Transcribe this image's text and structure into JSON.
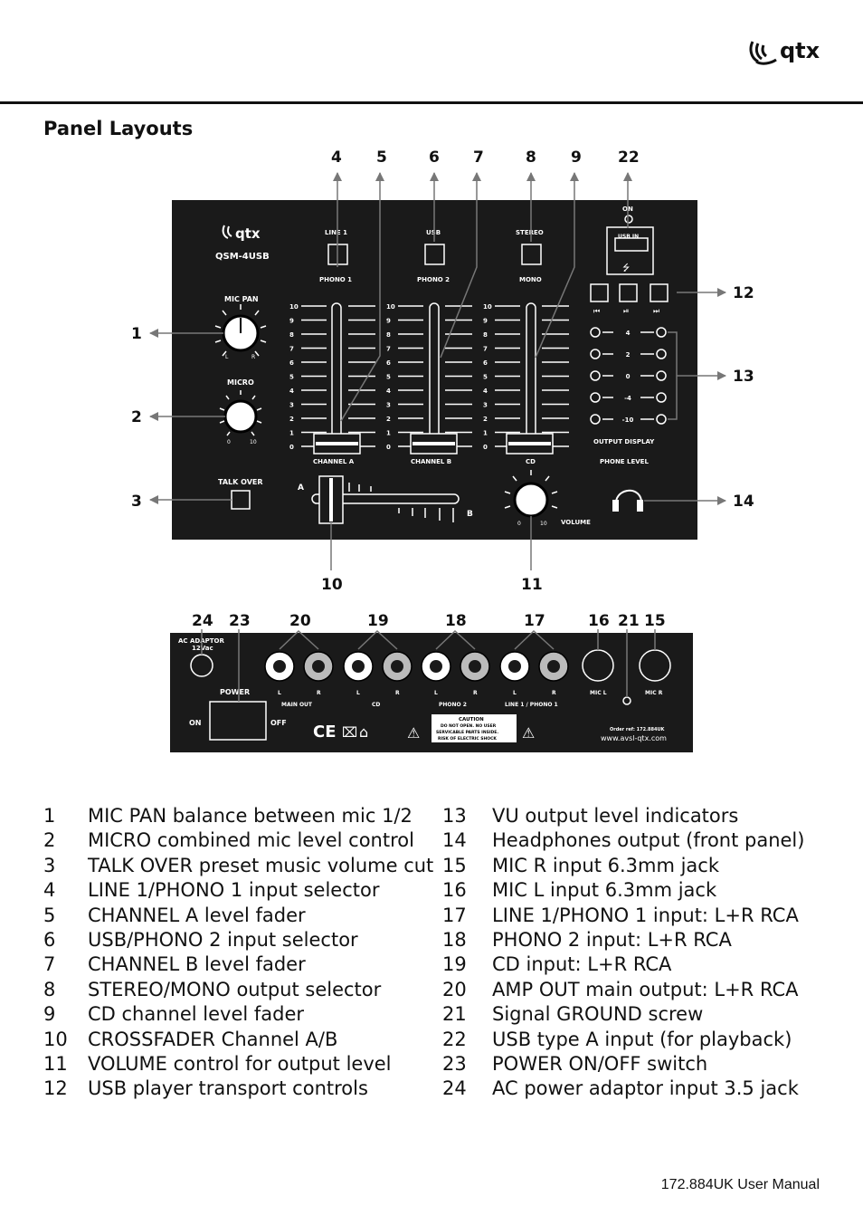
{
  "header": {
    "brand": "qtx"
  },
  "title": "Panel Layouts",
  "front_panel": {
    "brand": "qtx",
    "model": "QSM-4USB",
    "labels": {
      "mic_pan": "MIC PAN",
      "micro": "MICRO",
      "talk_over": "TALK OVER",
      "line1": "LINE 1",
      "phono1": "PHONO 1",
      "usb": "USB",
      "phono2": "PHONO 2",
      "stereo": "STEREO",
      "mono": "MONO",
      "channel_a": "CHANNEL A",
      "channel_b": "CHANNEL B",
      "cd": "CD",
      "on": "ON",
      "usb_in": "USB IN",
      "output_display": "OUTPUT DISPLAY",
      "phone_level": "PHONE LEVEL",
      "volume": "VOLUME",
      "xfade_a": "A",
      "xfade_b": "B",
      "pan_l": "L",
      "pan_r": "R",
      "knob_min": "0",
      "knob_max": "10"
    },
    "fader_scale": [
      "10",
      "9",
      "8",
      "7",
      "6",
      "5",
      "4",
      "3",
      "2",
      "1",
      "0"
    ],
    "vu_levels": [
      "4",
      "2",
      "0",
      "-4",
      "-10"
    ],
    "callouts": {
      "c1": "1",
      "c2": "2",
      "c3": "3",
      "c4": "4",
      "c5": "5",
      "c6": "6",
      "c7": "7",
      "c8": "8",
      "c9": "9",
      "c10": "10",
      "c11": "11",
      "c12": "12",
      "c13": "13",
      "c14": "14",
      "c22": "22"
    }
  },
  "rear_panel": {
    "labels": {
      "ac_adaptor": "AC ADAPTOR",
      "ac_spec": "12Vac",
      "power": "POWER",
      "on": "ON",
      "off": "OFF",
      "main_out": "MAIN OUT",
      "cd": "CD",
      "phono2": "PHONO 2",
      "line1_phono1": "LINE 1 / PHONO 1",
      "mic_l": "MIC L",
      "mic_r": "MIC R",
      "l": "L",
      "r": "R",
      "caution": "CAUTION",
      "caution_1": "DO NOT OPEN. NO USER",
      "caution_2": "SERVICABLE PARTS INSIDE.",
      "caution_3": "RISK OF ELECTRIC SHOCK",
      "order_ref": "Order ref: 172.884UK",
      "website": "www.avsl-qtx.com",
      "ce": "CE"
    },
    "callouts": {
      "c24": "24",
      "c23": "23",
      "c20": "20",
      "c19": "19",
      "c18": "18",
      "c17": "17",
      "c16": "16",
      "c21": "21",
      "c15": "15"
    }
  },
  "legend_left": [
    {
      "num": "1",
      "text": "MIC PAN balance between mic 1/2"
    },
    {
      "num": "2",
      "text": "MICRO combined mic level control"
    },
    {
      "num": "3",
      "text": "TALK OVER preset music volume cut"
    },
    {
      "num": "4",
      "text": "LINE 1/PHONO 1 input selector"
    },
    {
      "num": "5",
      "text": "CHANNEL A level fader"
    },
    {
      "num": "6",
      "text": "USB/PHONO 2 input selector"
    },
    {
      "num": "7",
      "text": "CHANNEL B level fader"
    },
    {
      "num": "8",
      "text": "STEREO/MONO output selector"
    },
    {
      "num": "9",
      "text": "CD channel level fader"
    },
    {
      "num": "10",
      "text": "CROSSFADER Channel A/B"
    },
    {
      "num": "11",
      "text": "VOLUME control for output level"
    },
    {
      "num": "12",
      "text": "USB player transport controls"
    }
  ],
  "legend_right": [
    {
      "num": "13",
      "text": "VU output level indicators"
    },
    {
      "num": "14",
      "text": "Headphones output (front panel)"
    },
    {
      "num": "15",
      "text": "MIC R input 6.3mm jack"
    },
    {
      "num": "16",
      "text": "MIC L input 6.3mm jack"
    },
    {
      "num": "17",
      "text": "LINE 1/PHONO 1 input: L+R RCA"
    },
    {
      "num": "18",
      "text": "PHONO 2 input: L+R RCA"
    },
    {
      "num": "19",
      "text": "CD input: L+R RCA"
    },
    {
      "num": "20",
      "text": "AMP OUT main output: L+R RCA"
    },
    {
      "num": "21",
      "text": "Signal GROUND screw"
    },
    {
      "num": "22",
      "text": "USB type A input (for playback)"
    },
    {
      "num": "23",
      "text": "POWER ON/OFF switch"
    },
    {
      "num": "24",
      "text": "AC power adaptor input 3.5 jack"
    }
  ],
  "footer": "172.884UK User Manual"
}
